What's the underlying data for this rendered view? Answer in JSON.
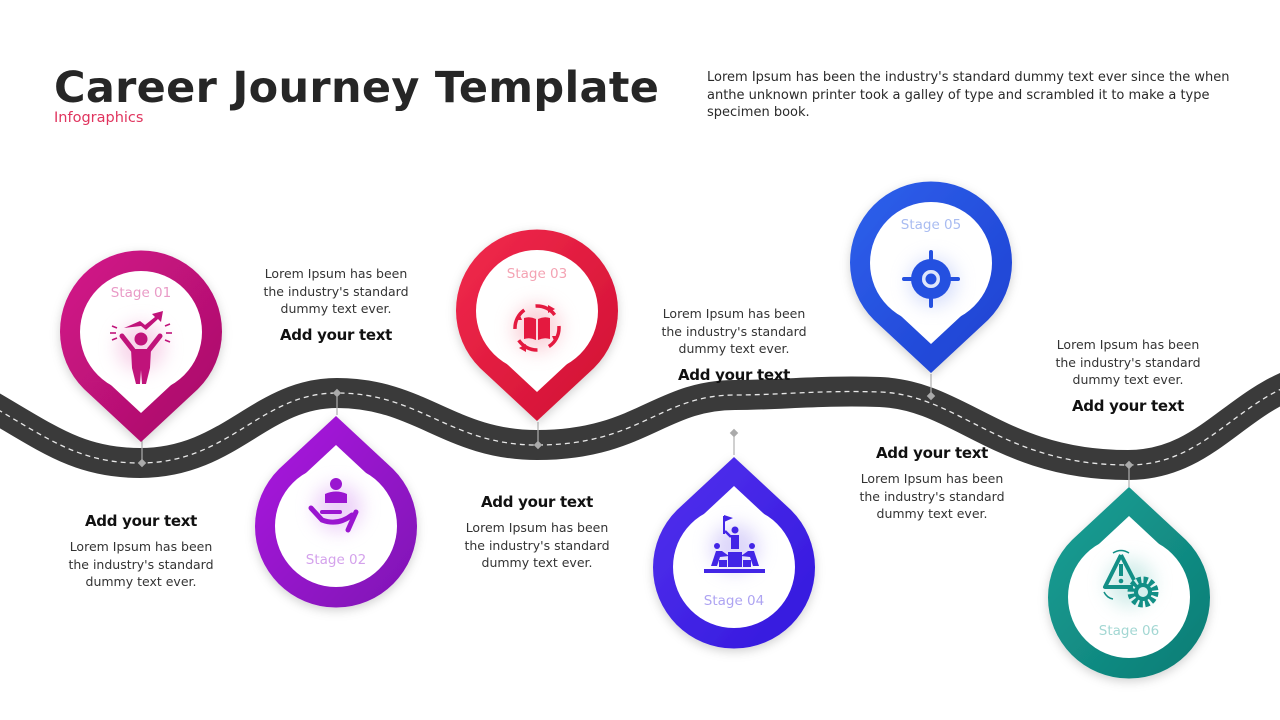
{
  "header": {
    "title": "Career Journey Template",
    "subtitle": "Infographics",
    "intro": "Lorem Ipsum has been the industry's standard dummy text ever since the when anthe unknown printer took a galley of type and scrambled it to make a type specimen book."
  },
  "colors": {
    "road": "#3a3a3a",
    "road_dash": "#e8e8e8",
    "connector": "#b0b0b0",
    "accent": "#e0345e"
  },
  "stages": [
    {
      "label": "Stage 01",
      "icon": "achievement-person-icon",
      "color": "#c0137a",
      "label_color": "#e99ac6",
      "orientation": "pin-down",
      "heading": "Add your text",
      "description": "Lorem Ipsum has been the industry's standard dummy text ever."
    },
    {
      "label": "Stage 02",
      "icon": "helping-hand-person-icon",
      "color": "#9a16d0",
      "label_color": "#d4a2ec",
      "orientation": "drop-up",
      "heading": "Add your text",
      "description": "Lorem Ipsum has been the industry's standard dummy text ever."
    },
    {
      "label": "Stage 03",
      "icon": "book-cycle-icon",
      "color": "#e4193f",
      "label_color": "#f4a3b3",
      "orientation": "pin-down",
      "heading": "Add your text",
      "description": "Lorem Ipsum has been the industry's standard dummy text ever."
    },
    {
      "label": "Stage 04",
      "icon": "team-leader-flag-icon",
      "color": "#4225e6",
      "label_color": "#aea4f2",
      "orientation": "drop-up",
      "heading": "Add your text",
      "description": "Lorem Ipsum has been the industry's standard dummy text ever."
    },
    {
      "label": "Stage 05",
      "icon": "target-crosshair-icon",
      "color": "#2450e0",
      "label_color": "#a9bcf1",
      "orientation": "pin-down",
      "heading": "Add your text",
      "description": "Lorem Ipsum has been the industry's standard dummy text ever."
    },
    {
      "label": "Stage 06",
      "icon": "warning-gear-icon",
      "color": "#128f86",
      "label_color": "#a3d7d3",
      "orientation": "drop-up",
      "heading": "Add your text",
      "description": "Lorem Ipsum has been the industry's standard dummy text ever."
    }
  ]
}
